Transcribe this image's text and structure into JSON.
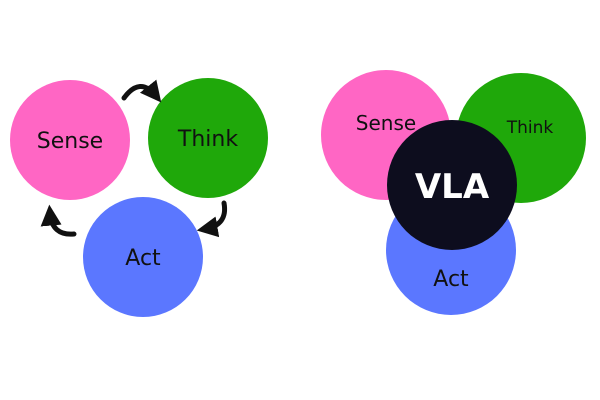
{
  "colors": {
    "sense": "#ff66c4",
    "think": "#1fa80a",
    "act": "#5b77ff",
    "vla": "#0d0d1e",
    "arrow": "#111111",
    "background": "#ffffff"
  },
  "left_diagram": {
    "sense_label": "Sense",
    "think_label": "Think",
    "act_label": "Act"
  },
  "right_diagram": {
    "sense_label": "Sense",
    "think_label": "Think",
    "act_label": "Act",
    "vla_label": "VLA"
  }
}
